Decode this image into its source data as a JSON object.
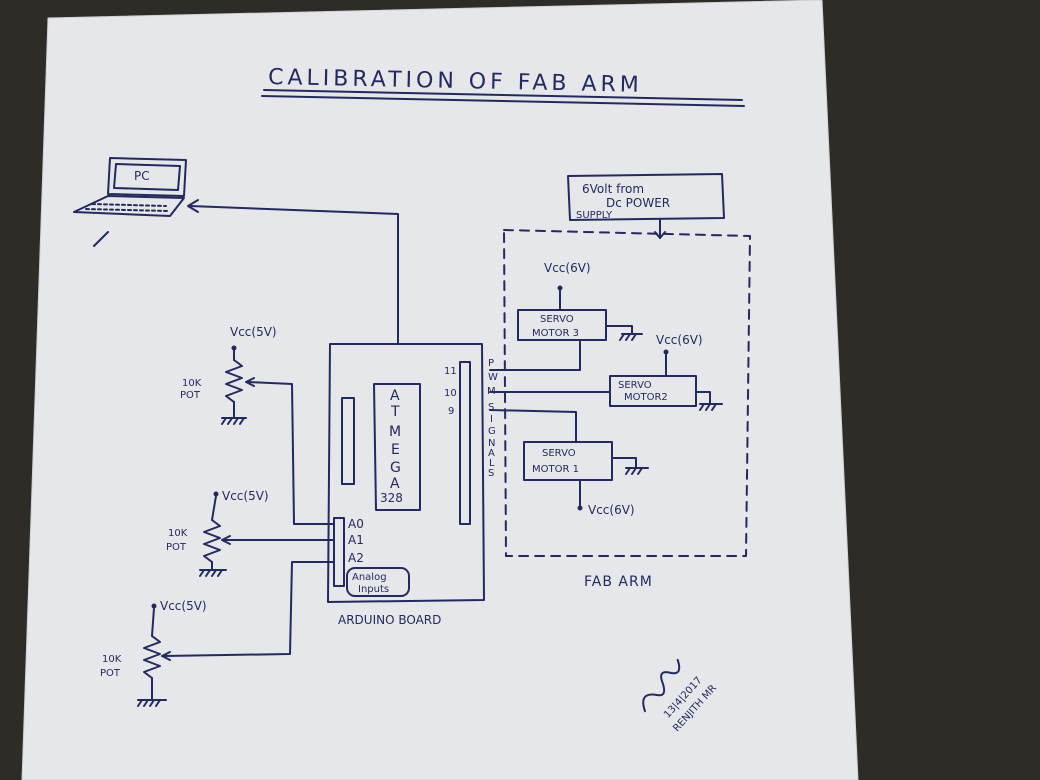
{
  "diagram": {
    "title": "CALIBRATION OF FAB ARM",
    "pc_label": "PC",
    "power_supply": {
      "line1": "6Volt from",
      "line2": "Dc POWER",
      "line3": "SUPPLY"
    },
    "vcc_6v": "Vcc(6V)",
    "vcc_5v": "Vcc(5V)",
    "servo_motor_3": [
      "SERVO",
      "MOTOR 3"
    ],
    "servo_motor_2": [
      "SERVO",
      "MOTOR2"
    ],
    "servo_motor_1": [
      "SERVO",
      "MOTOR 1"
    ],
    "pwm_letters": [
      "P",
      "W",
      "M",
      "S",
      "I",
      "G",
      "N",
      "A",
      "L",
      "S"
    ],
    "pins_digital": [
      "11",
      "10",
      "9"
    ],
    "pins_analog": [
      "A0",
      "A1",
      "A2"
    ],
    "chip_letters": [
      "A",
      "T",
      "M",
      "E",
      "G",
      "A",
      "328"
    ],
    "analog_inputs": [
      "Analog",
      "Inputs"
    ],
    "pot_label": [
      "10K",
      "POT"
    ],
    "arduino_label": "ARDUINO BOARD",
    "fab_arm_label": "FAB ARM",
    "signature": {
      "date": "13|4|2017",
      "name": "RENJITH MR"
    }
  }
}
